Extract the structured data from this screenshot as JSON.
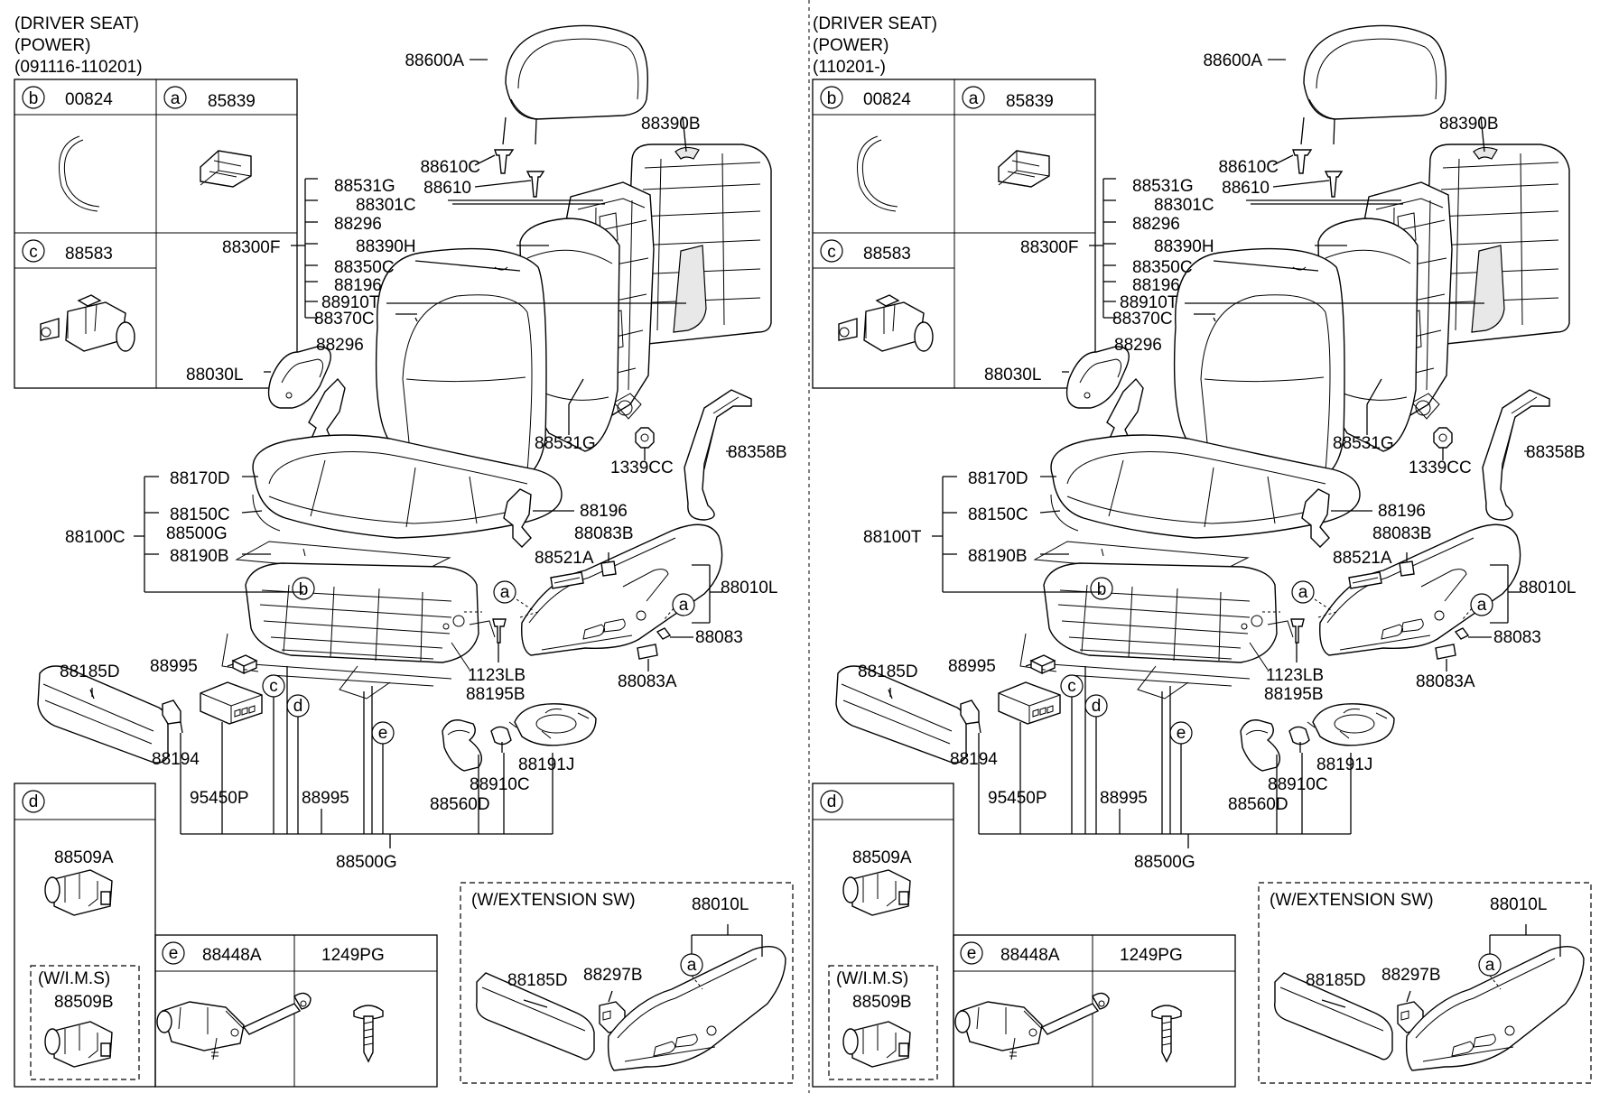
{
  "panels": [
    {
      "header": [
        "(DRIVER SEAT)",
        "(POWER)",
        "(091116-110201)"
      ],
      "cushion_assembly": "88100C"
    },
    {
      "header": [
        "(DRIVER SEAT)",
        "(POWER)",
        "(110201-)"
      ],
      "cushion_assembly": "88100T"
    }
  ],
  "inset": {
    "b": {
      "letter": "b",
      "code": "00824"
    },
    "a": {
      "letter": "a",
      "code": "85839"
    },
    "c": {
      "letter": "c",
      "code": "88583"
    },
    "d": {
      "letter": "d",
      "code_top": "88509A",
      "wims_title": "(W/I.M.S)",
      "code_wims": "88509B"
    },
    "e": {
      "letter": "e",
      "code": "88448A",
      "code2": "1249PG"
    },
    "ext": {
      "title": "(W/EXTENSION SW)",
      "code_main": "88010L",
      "code_trim": "88185D",
      "code_switch": "88297B",
      "marker": "a"
    }
  },
  "labels": {
    "headrest": "88600A",
    "back_cover_outer": "88390B",
    "guide_c": "88610C",
    "guide": "88610",
    "back_cushion_group": [
      "88531G",
      "88301C",
      "88296",
      "88390H",
      "88350C",
      "88196",
      "88910T",
      "88370C"
    ],
    "back_assembly": "88300F",
    "lever_cover": "88030L",
    "lever_bracket": "88296",
    "back_frame_lower": "88531G",
    "nut": "1339CC",
    "seat_belt": "88358B",
    "cushion_group": [
      "88170D",
      "88150C",
      "88500G",
      "88190B"
    ],
    "bracket": "88196",
    "knob_small": "88083B",
    "switch_knob": "88521A",
    "side_shield": "88010L",
    "cap": "88083",
    "cap_a": "88083A",
    "bolt": "1123LB",
    "bolt_b": "88195B",
    "module": "88995",
    "trim_front": "88185D",
    "clip": "88194",
    "ecu": "95450P",
    "frame_lower": "88995",
    "lumbar_cover": "88560D",
    "sensor": "88910C",
    "lumbar_unit": "88191J",
    "frame_assembly": "88500G"
  },
  "markers": {
    "a": "a",
    "b": "b",
    "c": "c",
    "d": "d",
    "e": "e"
  }
}
